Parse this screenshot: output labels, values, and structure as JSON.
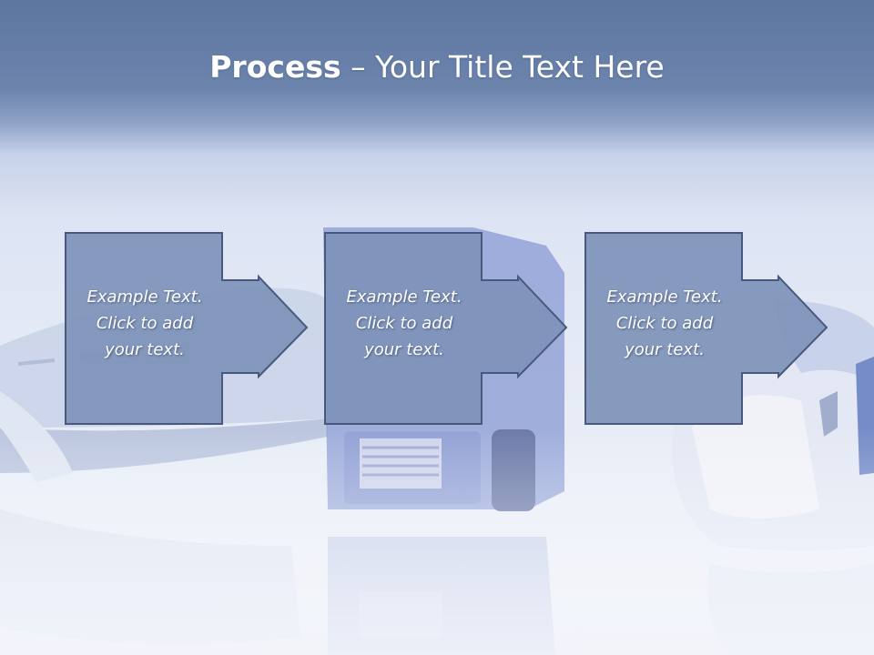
{
  "slide": {
    "title_bold": "Process",
    "title_rest": " – Your Title Text Here"
  },
  "steps": [
    {
      "line1": "Example Text.",
      "line2": "Click  to add",
      "line3": "your text."
    },
    {
      "line1": "Example Text.",
      "line2": "Click  to add",
      "line3": "your text."
    },
    {
      "line1": "Example Text.",
      "line2": "Click  to add",
      "line3": "your text."
    }
  ],
  "colors": {
    "box_fill": "#7e93b8",
    "box_stroke": "#475a7d",
    "header_band": "#5d76a0"
  }
}
